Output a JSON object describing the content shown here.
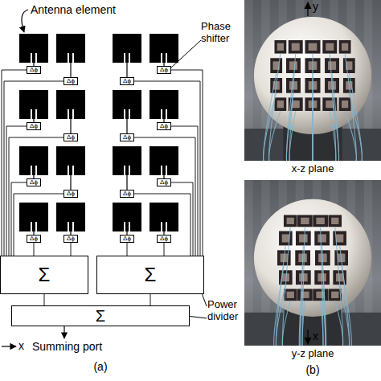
{
  "diagram": {
    "nodes": [
      {
        "text": [
          "Δϕ"
        ]
      },
      {
        "text": [
          "Δϕ"
        ]
      },
      {
        "text": [
          "Δϕ"
        ]
      },
      {
        "text": [
          "Δϕ"
        ]
      },
      {
        "text": [
          "Δϕ"
        ]
      },
      {
        "text": [
          "Δϕ"
        ]
      },
      {
        "text": [
          "Δϕ"
        ]
      },
      {
        "text": [
          "Δϕ"
        ]
      },
      {
        "text": [
          "Δϕ"
        ]
      },
      {
        "text": [
          "Δϕ"
        ]
      },
      {
        "text": [
          "Δϕ"
        ]
      },
      {
        "text": [
          "Δϕ"
        ]
      },
      {
        "text": [
          "Δϕ"
        ]
      },
      {
        "text": [
          "Δϕ"
        ]
      },
      {
        "text": [
          "Δϕ"
        ]
      },
      {
        "text": [
          "Δϕ"
        ]
      },
      {
        "text": [
          "Σ"
        ]
      },
      {
        "text": [
          "Σ"
        ]
      },
      {
        "text": [
          "Σ"
        ]
      }
    ],
    "edges": [
      {
        "from": 0,
        "to": 16,
        "arrow": "none"
      },
      {
        "from": 1,
        "to": 16,
        "arrow": "none"
      },
      {
        "from": 2,
        "to": 17,
        "arrow": "none"
      },
      {
        "from": 3,
        "to": 17,
        "arrow": "none"
      },
      {
        "from": 4,
        "to": 16,
        "arrow": "none"
      },
      {
        "from": 5,
        "to": 16,
        "arrow": "none"
      },
      {
        "from": 6,
        "to": 17,
        "arrow": "none"
      },
      {
        "from": 7,
        "to": 17,
        "arrow": "none"
      },
      {
        "from": 8,
        "to": 16,
        "arrow": "none"
      },
      {
        "from": 9,
        "to": 16,
        "arrow": "none"
      },
      {
        "from": 10,
        "to": 17,
        "arrow": "none"
      },
      {
        "from": 11,
        "to": 17,
        "arrow": "none"
      },
      {
        "from": 12,
        "to": 16,
        "arrow": "none"
      },
      {
        "from": 13,
        "to": 16,
        "arrow": "none"
      },
      {
        "from": 14,
        "to": 17,
        "arrow": "none"
      },
      {
        "from": 15,
        "to": 17,
        "arrow": "none"
      },
      {
        "from": 16,
        "to": 18,
        "arrow": "none"
      },
      {
        "from": 17,
        "to": 18,
        "arrow": "none"
      }
    ],
    "labels": [
      "Antenna element",
      "Phase shifter",
      "Power divider",
      "Summing port",
      "x",
      "(a)",
      "y",
      "x-z plane",
      "x",
      "y-z plane",
      "(b)"
    ]
  }
}
